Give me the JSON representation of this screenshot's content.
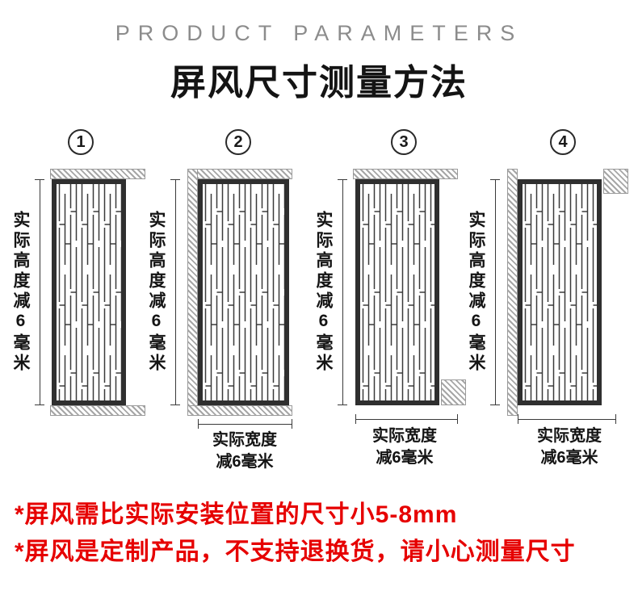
{
  "header": {
    "eyebrow": "PRODUCT PARAMETERS",
    "title": "屏风尺寸测量方法"
  },
  "diagrams": [
    {
      "number": "1",
      "height_label": "实际高度减6毫米",
      "width_label": ""
    },
    {
      "number": "2",
      "height_label": "实际高度减6毫米",
      "width_label": "实际宽度\n减6毫米"
    },
    {
      "number": "3",
      "height_label": "实际高度减6毫米",
      "width_label": "实际宽度\n减6毫米"
    },
    {
      "number": "4",
      "height_label": "实际高度减6毫米",
      "width_label": "实际宽度\n减6毫米"
    }
  ],
  "notes": [
    "*屏风需比实际安装位置的尺寸小5-8mm",
    "*屏风是定制产品，不支持退换货，请小心测量尺寸"
  ],
  "colors": {
    "note_red": "#e60000",
    "frame_dark": "#2f2f2f",
    "hatch_gray": "#a6a6a6",
    "eyebrow_gray": "#8c8c8c"
  }
}
